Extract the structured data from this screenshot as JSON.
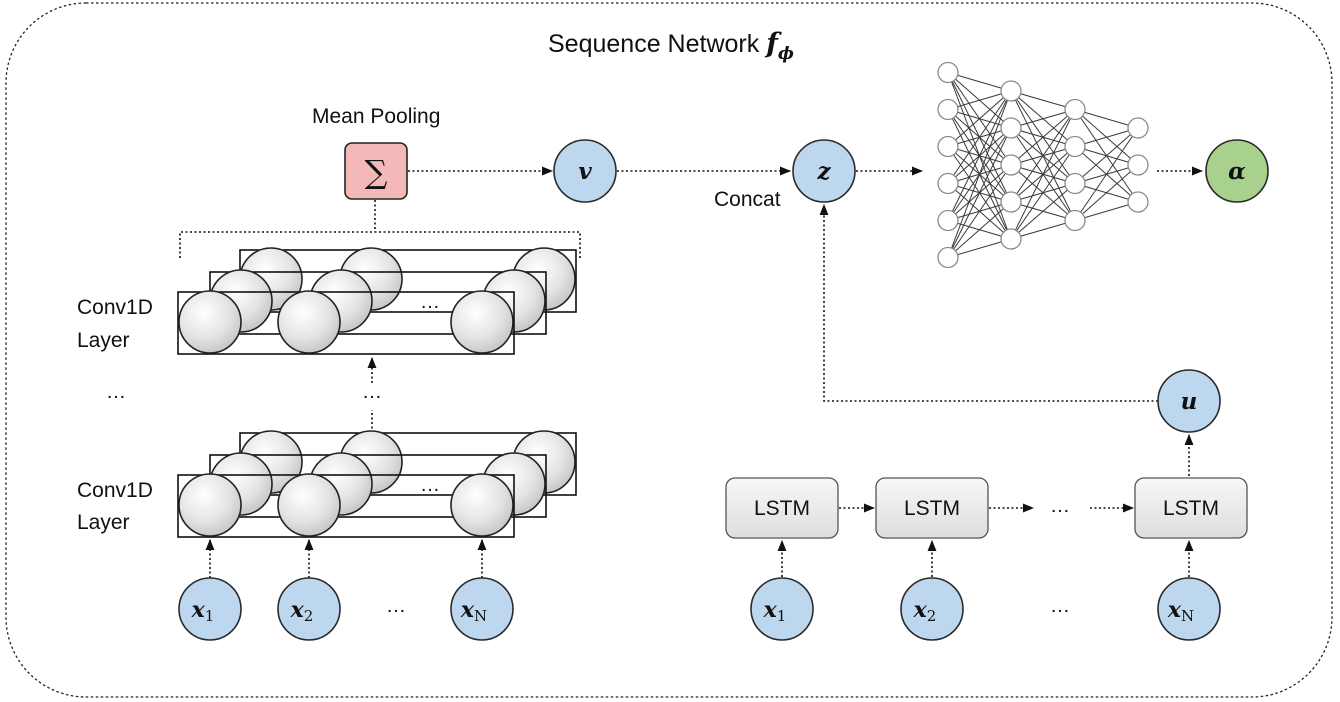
{
  "title": {
    "text": "Sequence Network ",
    "math": "f",
    "subscript": "ϕ"
  },
  "labels": {
    "mean_pooling": "Mean Pooling",
    "concat": "Concat",
    "conv_layer": [
      "Conv1D",
      "Layer"
    ],
    "ellipsis": "…"
  },
  "pooling": {
    "symbol": "∑",
    "fill": "#f4b8b8"
  },
  "nodes": {
    "v": "v",
    "z": "z",
    "u": "u",
    "alpha": "α"
  },
  "inputs": [
    {
      "base": "x",
      "sub": "1"
    },
    {
      "base": "x",
      "sub": "2"
    },
    {
      "base": "x",
      "sub": "N"
    }
  ],
  "lstm": {
    "label": "LSTM",
    "count": 3
  },
  "mlp": {
    "layers": [
      6,
      5,
      4,
      3
    ]
  },
  "colors": {
    "variable": "#bdd7ee",
    "output": "#a9d18e",
    "pooling": "#f4b8b8",
    "lstm_box": "#ececec"
  }
}
